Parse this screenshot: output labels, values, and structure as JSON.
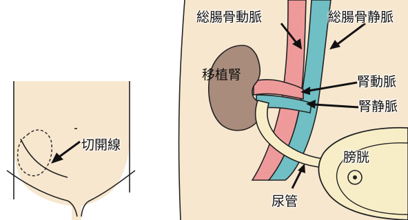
{
  "labels": {
    "incision": "切開線",
    "common_iliac_artery": "総腸骨動脈",
    "common_iliac_vein": "総腸骨静脈",
    "transplanted_kidney": "移植腎",
    "renal_artery": "腎動脈",
    "renal_vein": "腎静脈",
    "bladder": "膀胱",
    "ureter": "尿管"
  },
  "colors": {
    "skin": "#f7e7cf",
    "kidney": "#a98c7c",
    "artery": "#ef9a9a",
    "vein": "#6fbfc4",
    "ureter": "#f7eec8",
    "outline": "#222222"
  }
}
